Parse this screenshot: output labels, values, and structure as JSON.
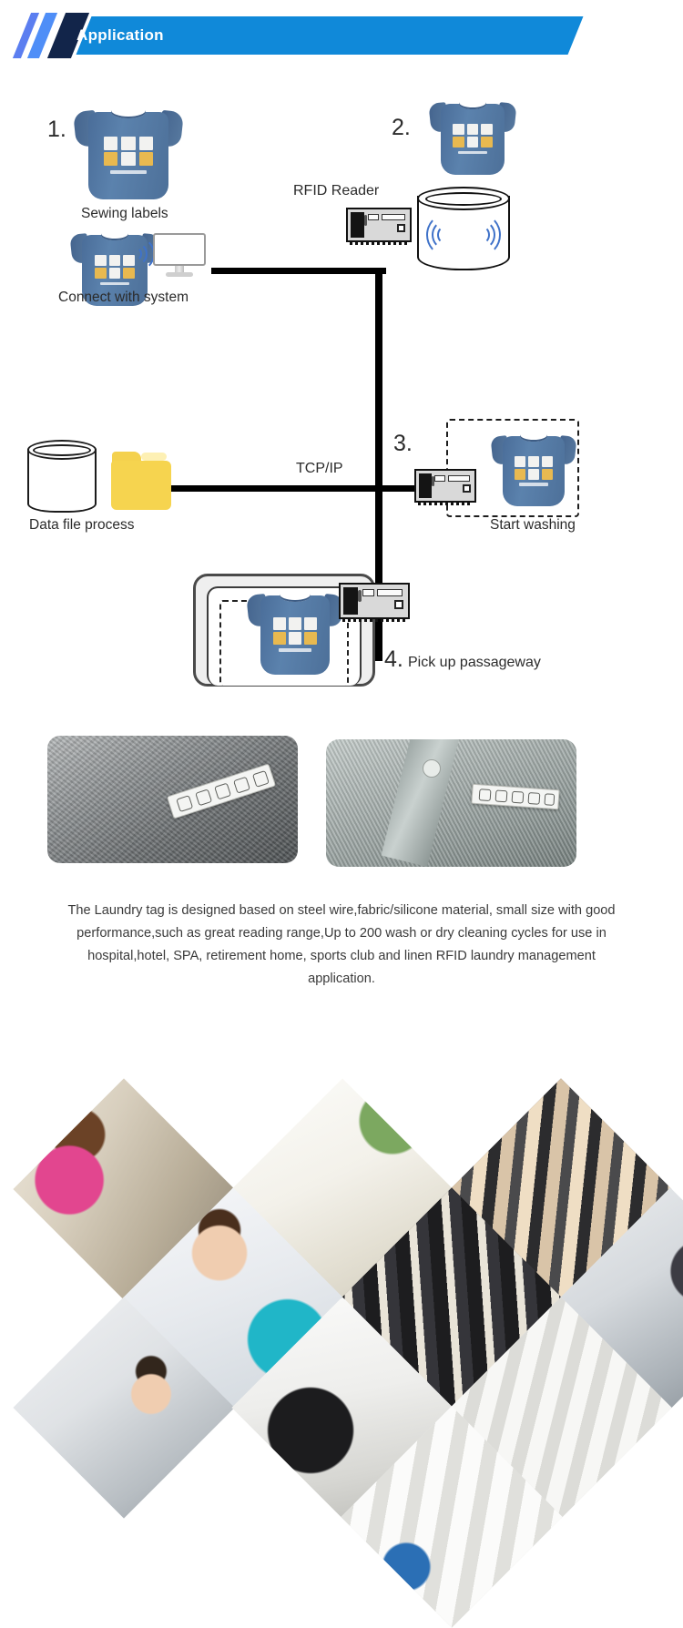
{
  "header": {
    "title": "Application",
    "accent_color": "#1089d9",
    "dark_color": "#12254a",
    "light_slash_color": "#4f8ef7"
  },
  "diagram": {
    "steps": [
      {
        "num": "1.",
        "label": "Sewing labels"
      },
      {
        "num": "2.",
        "label": "RFID Reader"
      },
      {
        "num": "3.",
        "label": "Start washing"
      },
      {
        "num": "4.",
        "label": "Pick up passageway"
      }
    ],
    "labels": {
      "sewing": "Sewing labels",
      "connect": "Connect with system",
      "rfid_reader": "RFID Reader",
      "tcp_ip": "TCP/IP",
      "data_file": "Data file process",
      "start_washing": "Start washing",
      "pickup": "Pick up passageway",
      "num1": "1.",
      "num2": "2.",
      "num3": "3.",
      "num4": "4."
    },
    "shirt_color": "#4d7099",
    "folder_color": "#f6d44f",
    "wave_color": "#3f72c9"
  },
  "photos": [
    {
      "caption": "laundry-tag-on-grey-towel"
    },
    {
      "caption": "laundry-tag-on-collar"
    }
  ],
  "description": {
    "line1": "The Laundry tag is designed based on steel wire,fabric/silicone material, small",
    "line2": "size with good performance,such as great reading range,Up to 200 wash or dry",
    "line3": "cleaning cycles for use in hospital,hotel, SPA, retirement home, sports club and",
    "line4": "linen RFID laundry management application.",
    "full": "The Laundry tag is designed based on steel wire,fabric/silicone material, small size with good performance,such as great reading range,Up to 200 wash or dry cleaning cycles for use in hospital,hotel, SPA, retirement home, sports club and linen RFID laundry management application."
  },
  "collage": {
    "items": [
      {
        "alt": "woman-loading-washing-machine"
      },
      {
        "alt": "folded-white-towels-on-bed"
      },
      {
        "alt": "garments-hanging-on-rack"
      },
      {
        "alt": "laundry-worker-holding-folded-linen"
      },
      {
        "alt": "black-trousers-on-hangers"
      },
      {
        "alt": "washing-machines-row-with-hangers"
      },
      {
        "alt": "worker-at-industrial-washer"
      },
      {
        "alt": "rfid-handheld-scanner-reading-linen"
      },
      {
        "alt": "stacked-white-linen-shelving"
      },
      {
        "alt": "white-shirts-on-retail-rail"
      }
    ]
  }
}
